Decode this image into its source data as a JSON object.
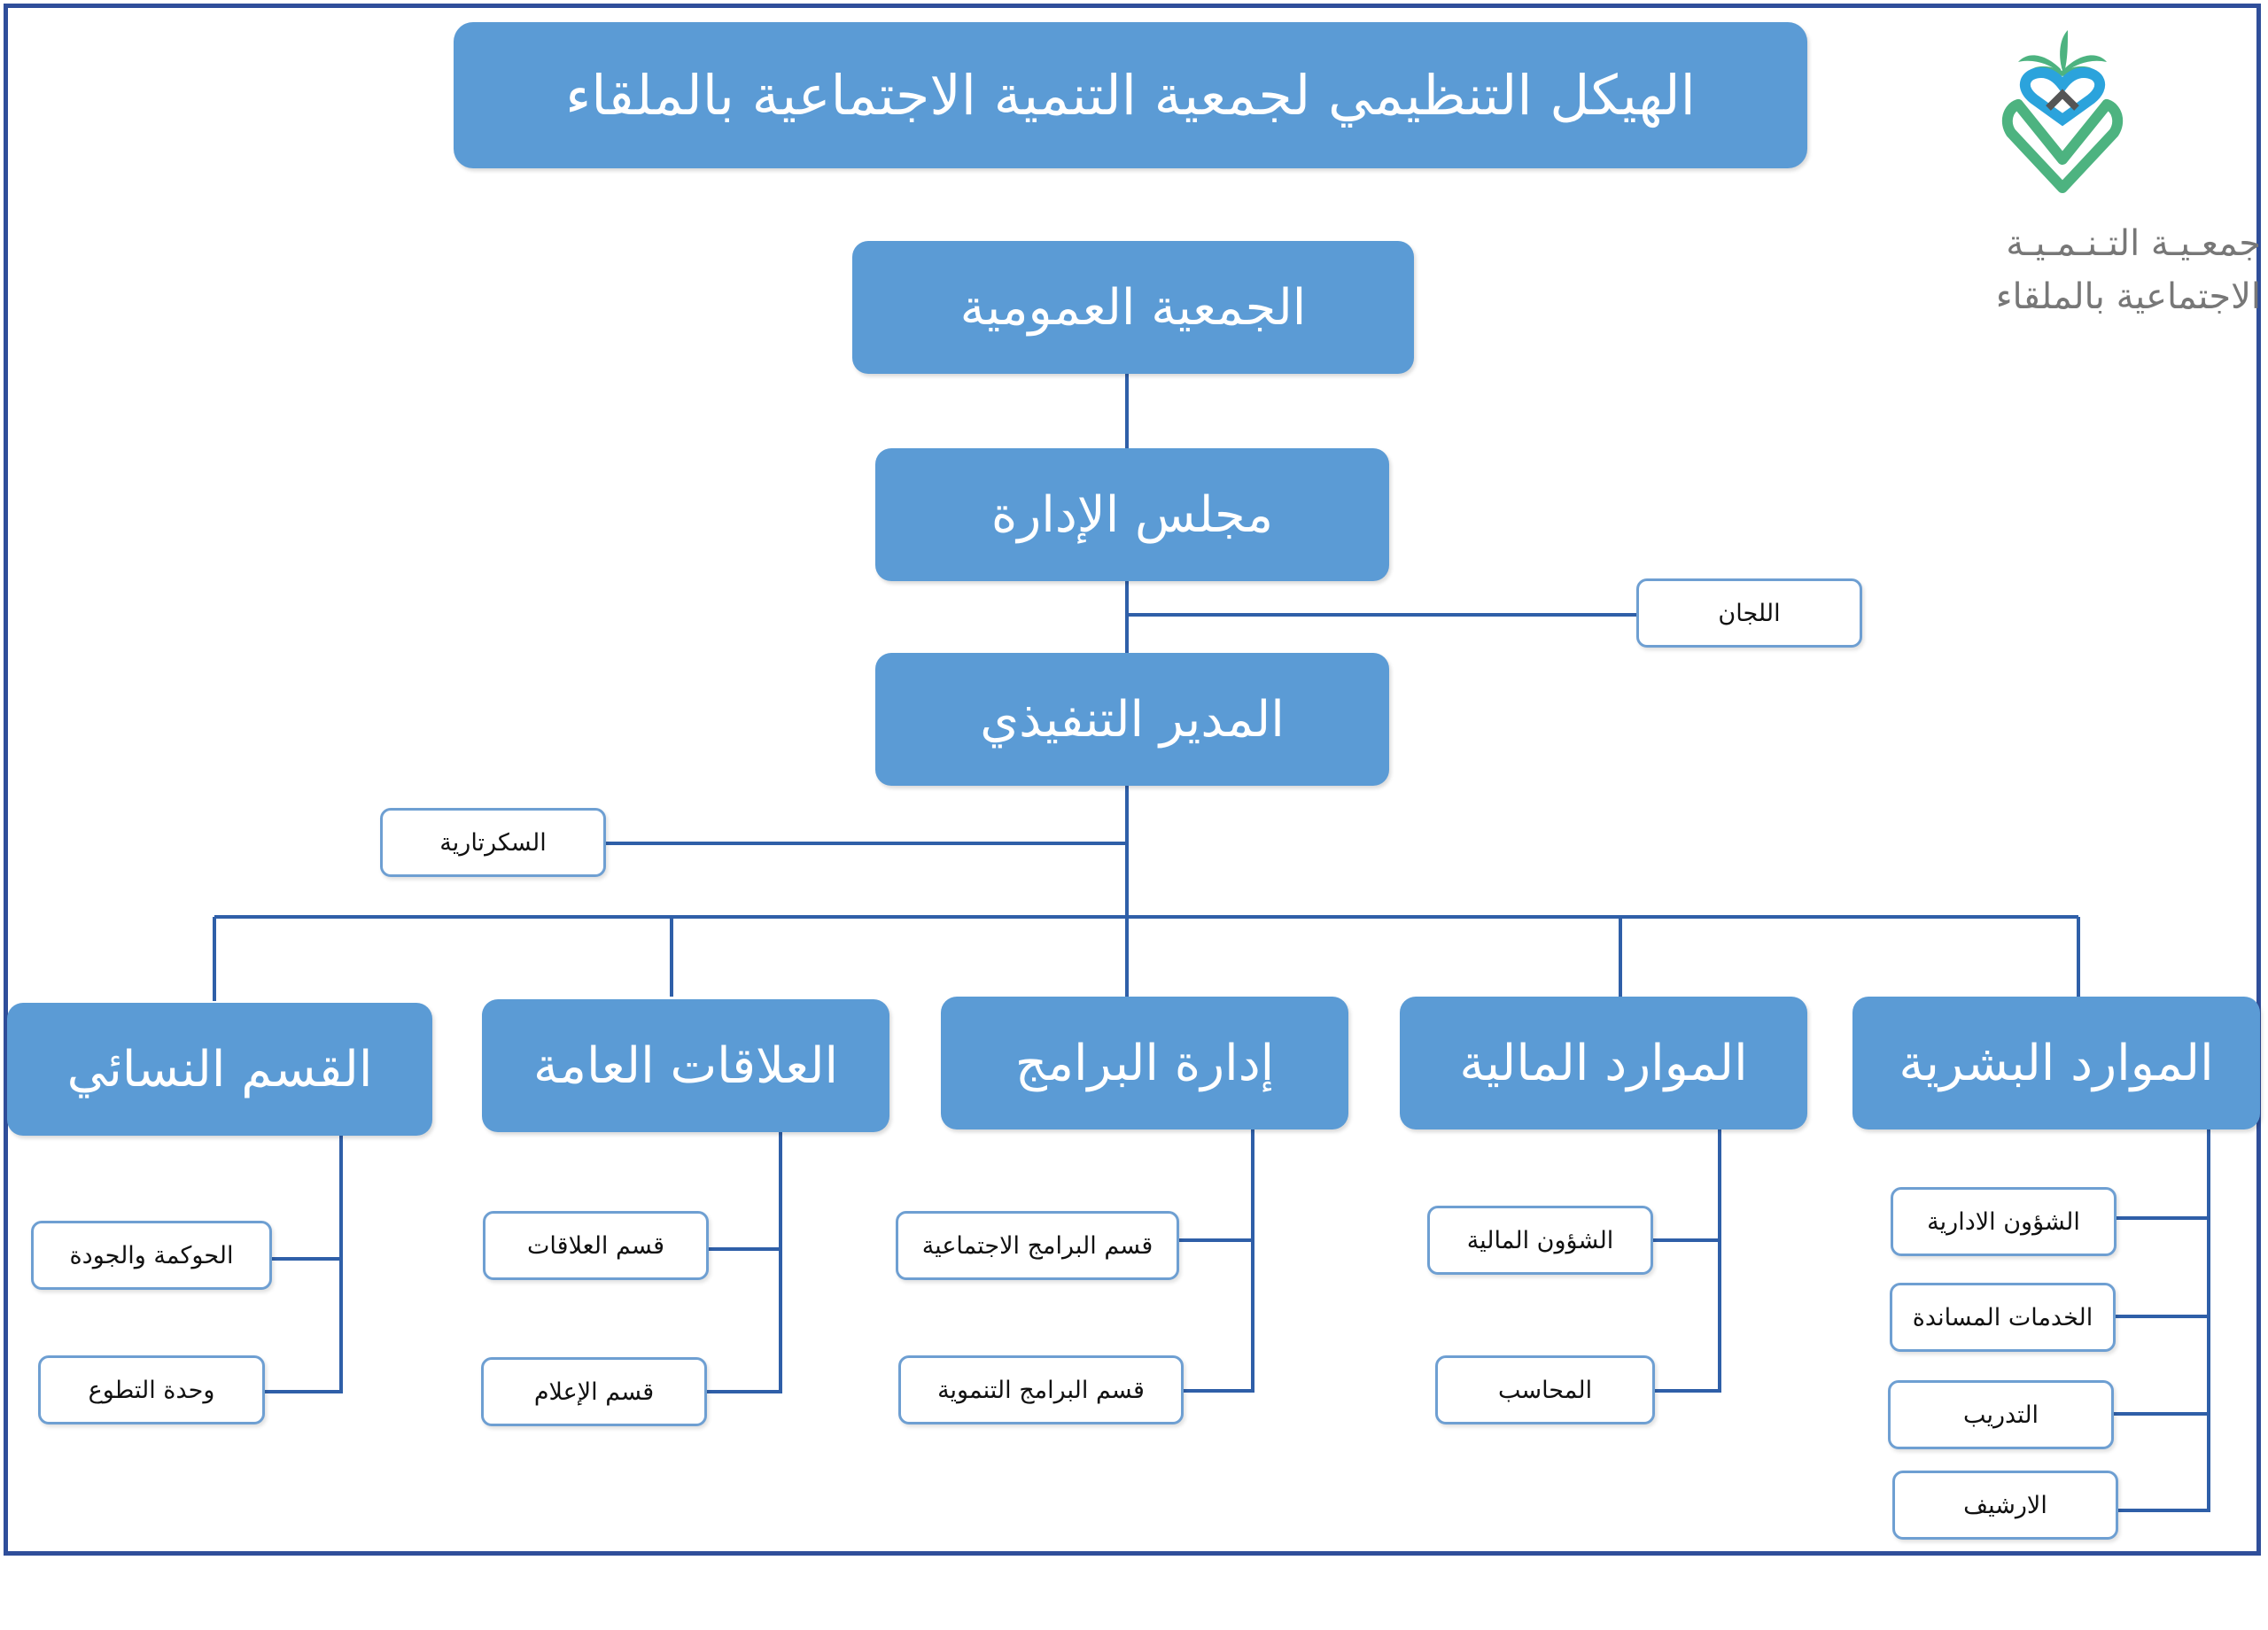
{
  "colors": {
    "box_fill": "#5b9bd5",
    "connector": "#2f5fa8",
    "frame": "#2f4e9a",
    "sub_border": "#6e9fd2",
    "logo_blue": "#2ba3dc",
    "logo_green": "#4db380"
  },
  "logo": {
    "line1": "جمعـيـة التـنـمـيـة",
    "line2": "الاجتماعية بالملقاء",
    "icon": "heart-palm-icon"
  },
  "title": "الهيكل التنظيمي لجمعية التنمية الاجتماعية بالملقاء",
  "levels": {
    "general_assembly": "الجمعية العمومية",
    "board": "مجلس الإدارة",
    "committees": "اللجان",
    "executive_director": "المدير التنفيذي",
    "secretariat": "السكرتارية"
  },
  "departments": [
    {
      "label": "الموارد البشرية",
      "units": [
        "الشؤون الادارية",
        "الخدمات المساندة",
        "التدريب",
        "الارشيف"
      ]
    },
    {
      "label": "الموارد المالية",
      "units": [
        "الشؤون المالية",
        "المحاسب"
      ]
    },
    {
      "label": "إدارة البرامج",
      "units": [
        "قسم البرامج الاجتماعية",
        "قسم البرامج التنموية"
      ]
    },
    {
      "label": "العلاقات العامة",
      "units": [
        "قسم العلاقات",
        "قسم الإعلام"
      ]
    },
    {
      "label": "القسم النسائي",
      "units": [
        "الحوكمة والجودة",
        "وحدة التطوع"
      ]
    }
  ]
}
